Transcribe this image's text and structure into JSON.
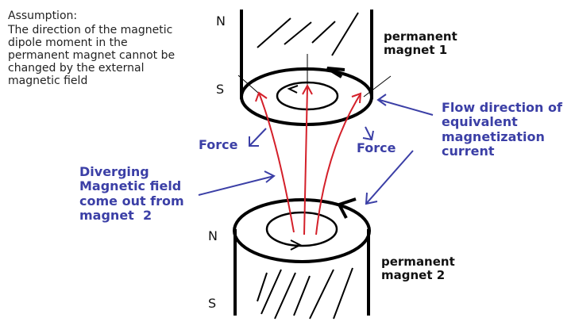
{
  "assumption": {
    "title": "Assumption:",
    "body": "The direction of the magnetic\ndipole moment in the\npermanent magnet cannot be\nchanged by the external\nmagnetic field"
  },
  "magnet1": {
    "label": "permanent\nmagnet 1",
    "north": "N",
    "south": "S"
  },
  "magnet2": {
    "label": "permanent\nmagnet 2",
    "north": "N",
    "south": "S"
  },
  "annotations": {
    "force_left": "Force",
    "force_right": "Force",
    "flow": "Flow direction of\nequivalent\nmagnetization\ncurrent",
    "field": "Diverging\nMagnetic field\ncome out from\nmagnet  2"
  },
  "colors": {
    "field_lines": "#d4202a",
    "annotation": "#3b3fa6",
    "outline": "#000000"
  }
}
